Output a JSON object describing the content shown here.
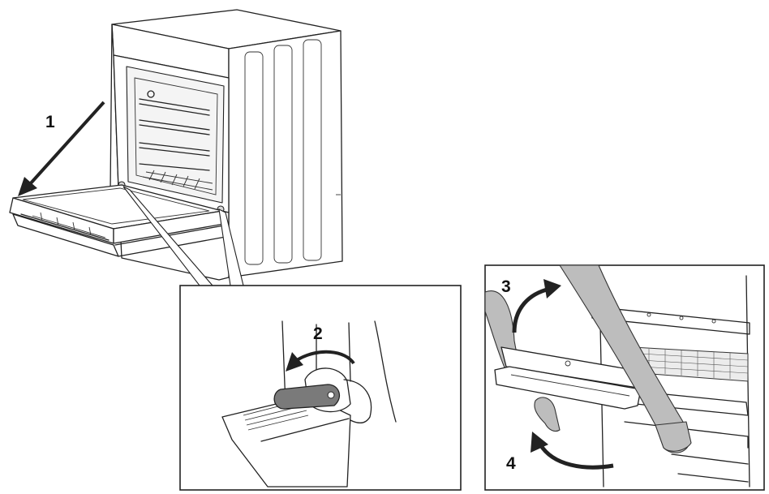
{
  "steps": {
    "step1": "1",
    "step2": "2",
    "step3": "3",
    "step4": "4"
  },
  "colors": {
    "line": "#222222",
    "lever": "#7a7a7a",
    "arm": "#bdbdbd",
    "arrow": "#222222"
  }
}
